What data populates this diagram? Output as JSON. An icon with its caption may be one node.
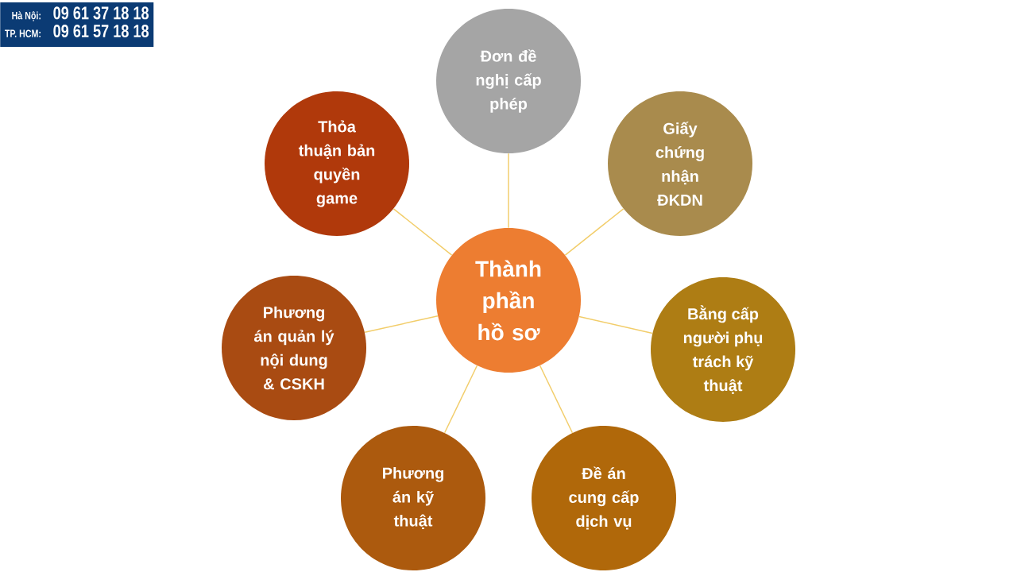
{
  "diagram": {
    "nodes": [
      {
        "text": [
          "Hà Nội:",
          "09 61 37 18 18",
          "TP. HCM:",
          "09 61 57 18 18"
        ]
      },
      {
        "text": [
          "Thành phần hồ sơ"
        ]
      },
      {
        "text": [
          "Đơn đề nghị cấp phép"
        ]
      },
      {
        "text": [
          "Giấy chứng nhận ĐKDN"
        ]
      },
      {
        "text": [
          "Bằng cấp người phụ trách kỹ thuật"
        ]
      },
      {
        "text": [
          "Đề án cung cấp dịch vụ"
        ]
      },
      {
        "text": [
          "Phương án kỹ thuật"
        ]
      },
      {
        "text": [
          "Phương án quản lý nội dung & CSKH"
        ]
      },
      {
        "text": [
          "Thỏa thuận bản quyền game"
        ]
      }
    ],
    "edges": [
      {
        "from": 1,
        "to": 2,
        "arrow": "none"
      },
      {
        "from": 1,
        "to": 3,
        "arrow": "none"
      },
      {
        "from": 1,
        "to": 4,
        "arrow": "none"
      },
      {
        "from": 1,
        "to": 5,
        "arrow": "none"
      },
      {
        "from": 1,
        "to": 6,
        "arrow": "none"
      },
      {
        "from": 1,
        "to": 7,
        "arrow": "none"
      },
      {
        "from": 1,
        "to": 8,
        "arrow": "none"
      }
    ]
  }
}
